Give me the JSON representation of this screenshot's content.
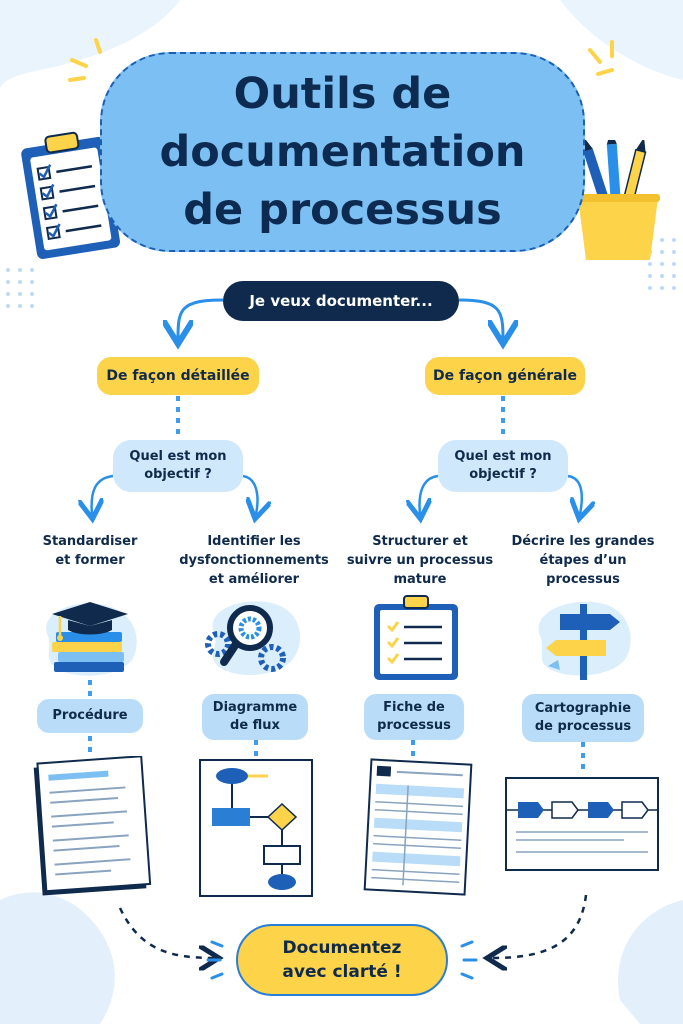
{
  "title": "Outils de\ndocumentation\nde processus",
  "root": "Je veux documenter...",
  "branches": [
    {
      "label": "De façon détaillée",
      "question": "Quel est mon\nobjectif ?",
      "goals": [
        {
          "text": "Standardiser\net former",
          "tool": "Procédure"
        },
        {
          "text": "Identifier les\ndysfonctionnements\net améliorer",
          "tool": "Diagramme\nde flux"
        }
      ]
    },
    {
      "label": "De façon générale",
      "question": "Quel est mon\nobjectif ?",
      "goals": [
        {
          "text": "Structurer et\nsuivre un processus\nmature",
          "tool": "Fiche de\nprocessus"
        },
        {
          "text": "Décrire les grandes\nétapes d’un\nprocessus",
          "tool": "Cartographie\nde processus"
        }
      ]
    }
  ],
  "conclusion": "Documentez\navec clarté !",
  "colors": {
    "title_bg": "#7cc0f3",
    "dark_navy": "#0f2a4d",
    "yellow": "#fdd34a",
    "question_bg": "#cfe8fb",
    "tool_bg": "#b9ddf8",
    "arrow_blue": "#2a8fe8"
  },
  "icons": {
    "top_left": "clipboard-checklist-icon",
    "top_right": "pencil-cup-icon",
    "goal_1": "graduation-cap-books-icon",
    "goal_2": "magnifier-gears-icon",
    "goal_3": "clipboard-checklist-icon",
    "goal_4": "signpost-icon"
  }
}
